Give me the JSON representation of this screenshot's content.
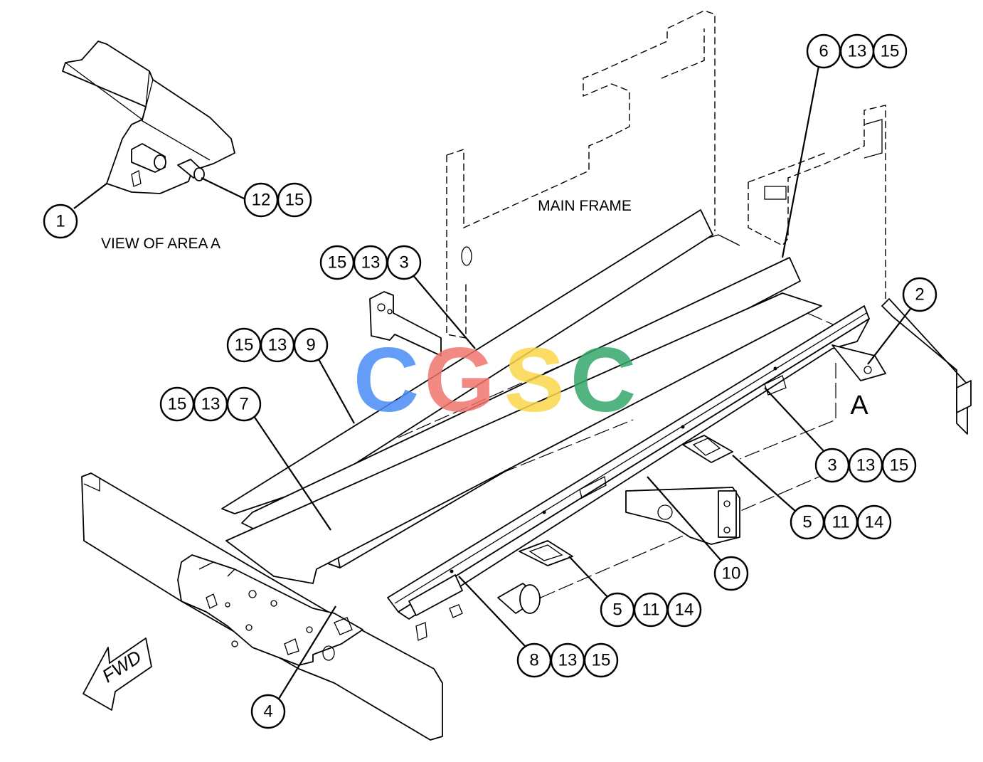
{
  "labels": {
    "main_frame": "MAIN FRAME",
    "view_of_area": "VIEW OF AREA  A",
    "area_letter": "A",
    "fwd": "FWD",
    "watermark": "CGSC"
  },
  "callouts": {
    "c_1": "1",
    "c_2": "2",
    "c_12_15": [
      "12",
      "15"
    ],
    "c_6_13_15": [
      "6",
      "13",
      "15"
    ],
    "c_15_13_3": [
      "15",
      "13",
      "3"
    ],
    "c_15_13_9": [
      "15",
      "13",
      "9"
    ],
    "c_15_13_7": [
      "15",
      "13",
      "7"
    ],
    "c_3_13_15": [
      "3",
      "13",
      "15"
    ],
    "c_5_11_14_right": [
      "5",
      "11",
      "14"
    ],
    "c_10": "10",
    "c_5_11_14_lower": [
      "5",
      "11",
      "14"
    ],
    "c_8_13_15": [
      "8",
      "13",
      "15"
    ],
    "c_4": "4"
  },
  "colors": {
    "watermark_c1": "#4a8cf7",
    "watermark_g": "#f0766e",
    "watermark_s": "#fbd649",
    "watermark_c2": "#34a86a",
    "line": "#000000"
  }
}
